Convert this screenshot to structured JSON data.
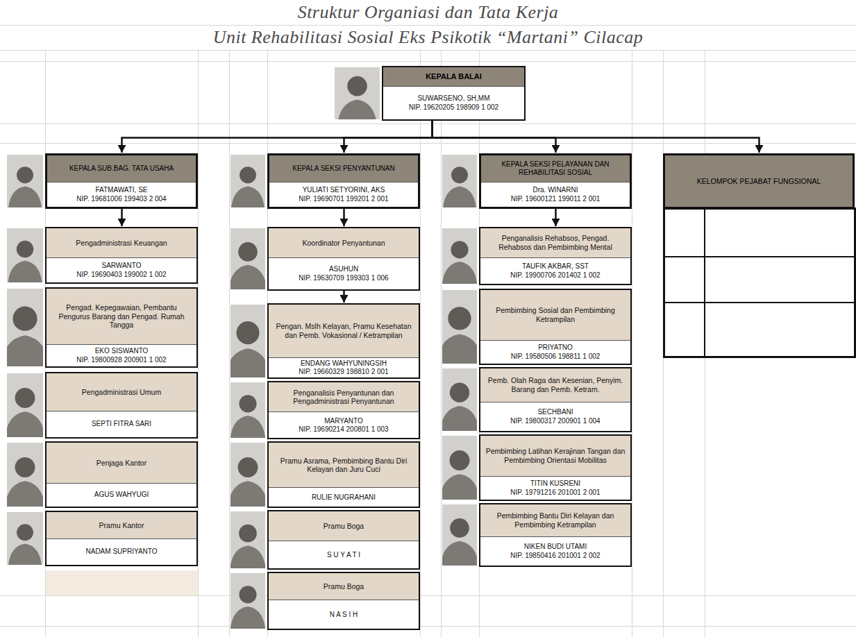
{
  "diagram": {
    "title": "Struktur Organiasi dan Tata Kerja",
    "nodes": [
      {
        "text": [
          "KEPALA BALAI",
          "SUWARSENO, SH,MM",
          "NIP. 19620205 198909 1 002"
        ]
      },
      {
        "text": [
          "KEPALA SUB.BAG. TATA USAHA",
          "FATMAWATI, SE",
          "NIP. 19681006 199403 2 004"
        ]
      },
      {
        "text": [
          "KEPALA SEKSI PENYANTUNAN",
          "YULIATI SETYORINI, AKS",
          "NIP. 19690701 199201 2 001"
        ]
      },
      {
        "text": [
          "KEPALA SEKSI PELAYANAN DAN REHABILITASI SOSIAL",
          "Dra. WINARNI",
          "NIP. 19600121 199011 2 001"
        ]
      },
      {
        "text": [
          "KELOMPOK PEJABAT FUNGSIONAL"
        ]
      },
      {
        "text": [
          "Pengadministrasi Keuangan",
          "SARWANTO",
          "NIP. 19690403 199002 1 002"
        ]
      },
      {
        "text": [
          "Pengad. Kepegawaian, Pembantu Pengurus Barang dan Pengad. Rumah Tangga",
          "EKO SISWANTO",
          "NIP. 19800928 200901 1 002"
        ]
      },
      {
        "text": [
          "Pengadministrasi Umum",
          "SEPTI FITRA SARI"
        ]
      },
      {
        "text": [
          "Penjaga Kantor",
          "AGUS WAHYUGI"
        ]
      },
      {
        "text": [
          "Pramu Kantor",
          "NADAM SUPRIYANTO"
        ]
      },
      {
        "text": [
          "Koordinator Penyantunan",
          "ASUHUN",
          "NIP. 19630709 199303 1 006"
        ]
      },
      {
        "text": [
          "Pengan. Mslh Kelayan, Pramu Kesehatan dan Pemb. Vokasional / Ketrampilan",
          "ENDANG WAHYUNINGSIH",
          "NIP. 19660329 198810 2 001"
        ]
      },
      {
        "text": [
          "Penganalisis Penyantunan dan Pengadministrasi Penyantunan",
          "MARYANTO",
          "NIP. 19690214 200801 1 003"
        ]
      },
      {
        "text": [
          "Pramu Asrama, Pembimbing Bantu Diri Kelayan dan Juru Cuci",
          "RULIE NUGRAHANI"
        ]
      },
      {
        "text": [
          "Pramu Boga",
          "S U Y A T I"
        ]
      },
      {
        "text": [
          "Pramu Boga",
          "N A S I H"
        ]
      },
      {
        "text": [
          "Penganalisis Rehabsos, Pengad. Rehabsos dan Pembimbing Mental",
          "TAUFIK AKBAR, SST",
          "NIP. 19900706 201402 1 002"
        ]
      },
      {
        "text": [
          "Pembimbing Sosial dan Pembimbing Ketrampilan",
          "PRIYATNO",
          "NIP. 19580506 198811 1 002"
        ]
      },
      {
        "text": [
          "Pemb. Olah Raga dan Kesenian, Penyim. Barang dan Pemb. Ketram.",
          "SECHBANI",
          "NIP. 19800317 200901 1 004"
        ]
      },
      {
        "text": [
          "Pembimbing Latihan Kerajinan Tangan dan Pembimbing Orientasi Mobilitas",
          "TITIN KUSRENI",
          "NIP. 19791216 201001 2 001"
        ]
      },
      {
        "text": [
          "Pembimbing Bantu Diri Kelayan dan Pembimbing Ketrampilan",
          "NIKEN BUDI UTAMI",
          "NIP. 19850416 201001 2 002"
        ]
      }
    ],
    "edges": [
      {
        "from": 0,
        "to": 1,
        "arrow": "to"
      },
      {
        "from": 0,
        "to": 2,
        "arrow": "to"
      },
      {
        "from": 0,
        "to": 3,
        "arrow": "to"
      },
      {
        "from": 0,
        "to": 4,
        "arrow": "to"
      },
      {
        "from": 1,
        "to": 5,
        "arrow": "to"
      },
      {
        "from": 2,
        "to": 10,
        "arrow": "to"
      },
      {
        "from": 10,
        "to": 11,
        "arrow": "to"
      },
      {
        "from": 3,
        "to": 16,
        "arrow": "to"
      }
    ],
    "labels": [
      "Unit Rehabilitasi Sosial Eks Psikotik “Martani” Cilacap"
    ]
  }
}
